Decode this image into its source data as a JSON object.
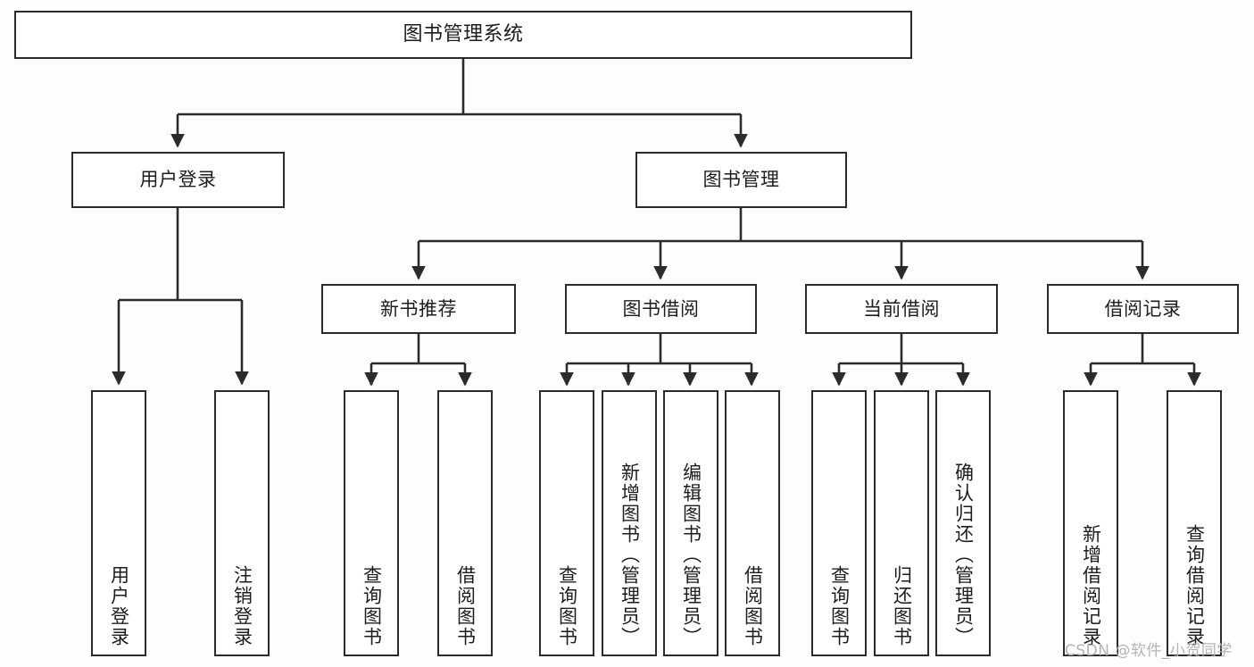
{
  "diagram": {
    "title": "图书管理系统",
    "type": "功能结构图",
    "background_color": "#fefefe",
    "line_color": "#2b2b2b",
    "box_fill": "#ffffff",
    "text_color": "#1d1d1d"
  },
  "root": {
    "label": "图书管理系统"
  },
  "level2": [
    {
      "label": "用户登录"
    },
    {
      "label": "图书管理"
    }
  ],
  "level3": [
    {
      "label": "新书推荐"
    },
    {
      "label": "图书借阅"
    },
    {
      "label": "当前借阅"
    },
    {
      "label": "借阅记录"
    }
  ],
  "leaves": {
    "user_login": [
      {
        "label": "用户登录"
      },
      {
        "label": "注销登录"
      }
    ],
    "new_book_recommend": [
      {
        "label": "查询图书"
      },
      {
        "label": "借阅图书"
      }
    ],
    "book_borrow": [
      {
        "label": "查询图书"
      },
      {
        "label": "新增图书（管理员）"
      },
      {
        "label": "编辑图书（管理员）"
      },
      {
        "label": "借阅图书"
      }
    ],
    "current_borrow": [
      {
        "label": "查询图书"
      },
      {
        "label": "归还图书"
      },
      {
        "label": "确认归还（管理员）"
      }
    ],
    "borrow_record": [
      {
        "label": "新增借阅记录"
      },
      {
        "label": "查询借阅记录"
      }
    ]
  },
  "watermark": {
    "text": "CSDN @软件_小贺同学"
  }
}
